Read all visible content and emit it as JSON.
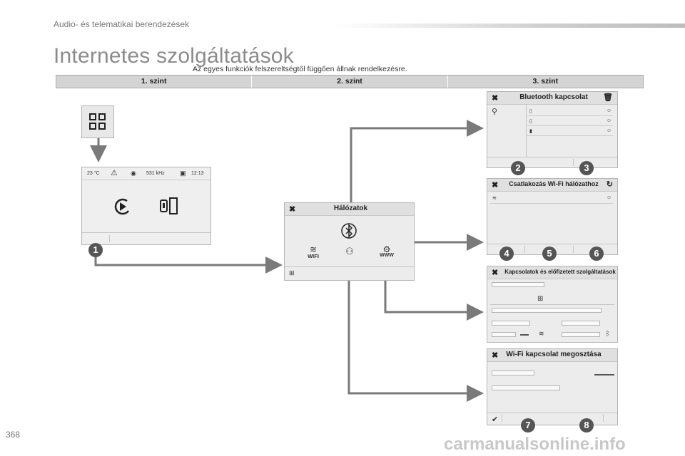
{
  "header": {
    "section": "Audio- és telematikai berendezések"
  },
  "page": {
    "title": "Internetes szolgáltatások",
    "subtitle": "Az egyes funkciók felszereltségtől függően állnak rendelkezésre.",
    "page_number": "368",
    "watermark": "carmanualsonline.info"
  },
  "levels": [
    "1. szint",
    "2. szint",
    "3. szint"
  ],
  "main_screen": {
    "temp": "23 °C",
    "freq": "531 kHz",
    "time": "12:13"
  },
  "network_screen": {
    "title": "Hálózatok",
    "wifi_label": "WIFI",
    "www_label": "WWW"
  },
  "bt_screen": {
    "title": "Bluetooth kapcsolat"
  },
  "wifi_connect_screen": {
    "title": "Csatlakozás Wi-Fi hálózathoz"
  },
  "connections_screen": {
    "title": "Kapcsolatok és előfizetett szolgáltatások"
  },
  "share_screen": {
    "title": "Wi-Fi kapcsolat megosztása"
  },
  "callouts": {
    "n1": "1",
    "n2": "2",
    "n3": "3",
    "n4": "4",
    "n5": "5",
    "n6": "6",
    "n7": "7",
    "n8": "8"
  },
  "colors": {
    "arrow": "#7a7a7a",
    "badge": "#555555",
    "level_bar": "#d4d4d4"
  }
}
